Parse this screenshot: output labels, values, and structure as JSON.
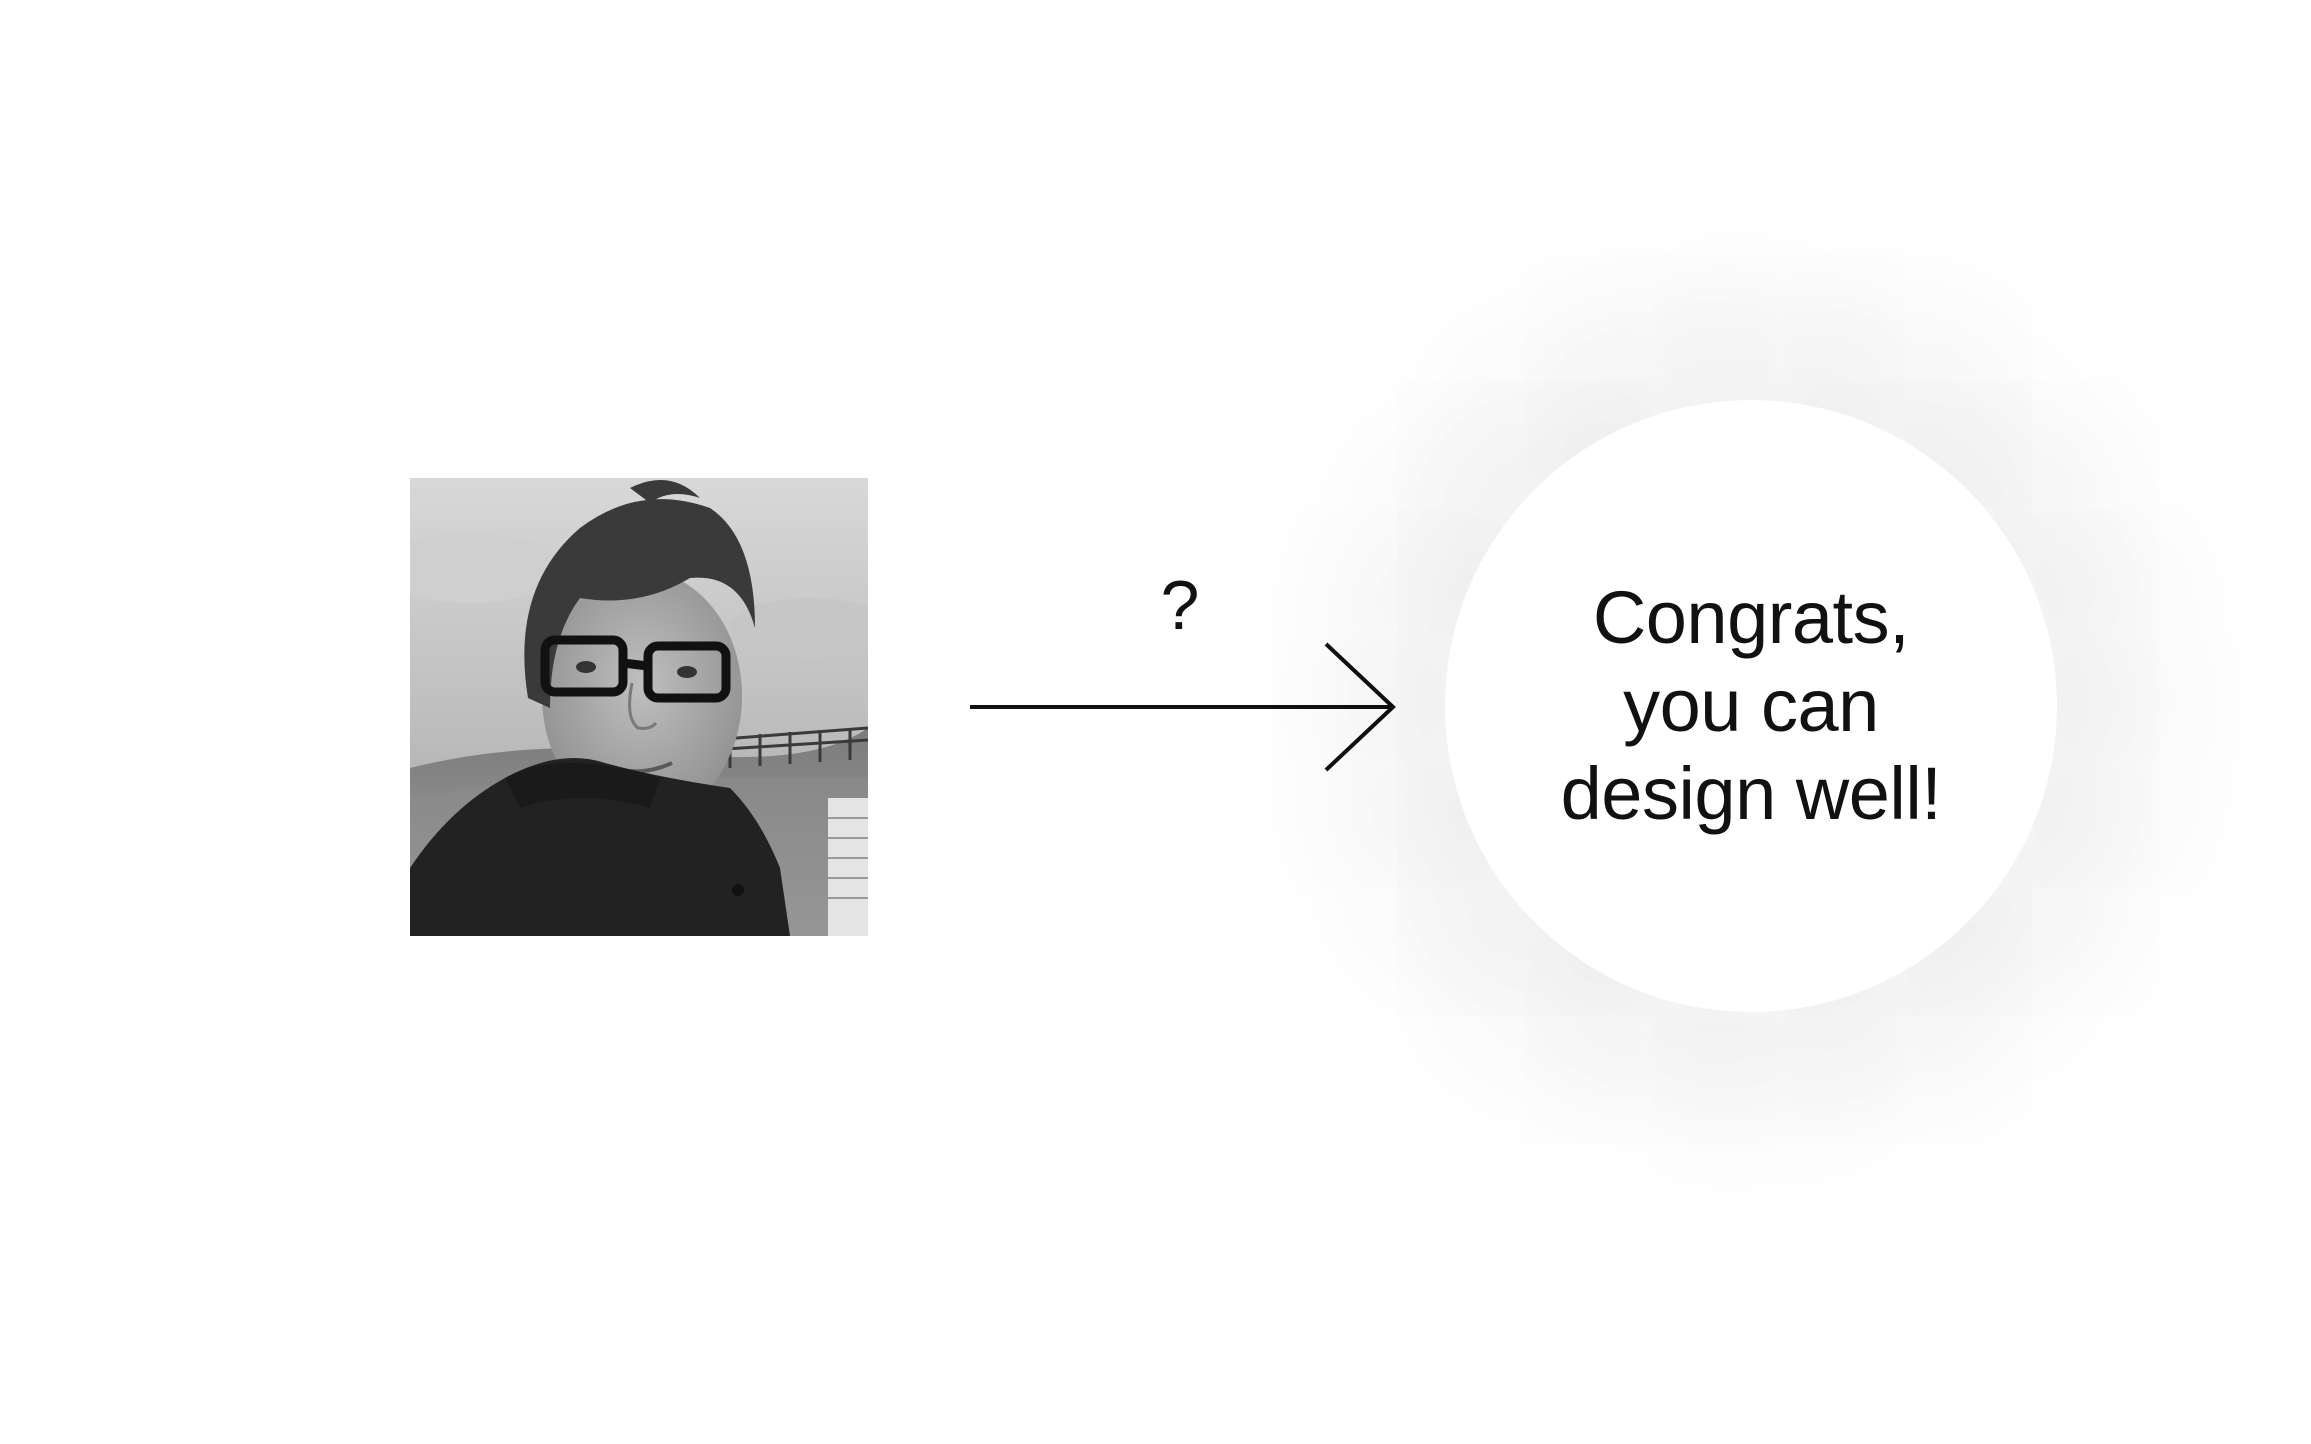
{
  "diagram": {
    "input": {
      "icon": "portrait-photo",
      "description_visible": false
    },
    "connector": {
      "label": "?",
      "icon": "arrow-right-icon",
      "color": "#111111"
    },
    "output": {
      "lines": [
        "Congrats,",
        "you can",
        "design well!"
      ],
      "background": "#ffffff"
    }
  }
}
